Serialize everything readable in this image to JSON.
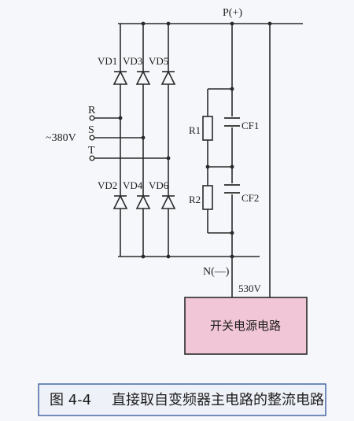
{
  "labels": {
    "p_plus": "P(+)",
    "n_minus": "N(—)",
    "vd1": "VD1",
    "vd3": "VD3",
    "vd5": "VD5",
    "vd2": "VD2",
    "vd4": "VD4",
    "vd6": "VD6",
    "r1": "R1",
    "r2": "R2",
    "cf1": "CF1",
    "cf2": "CF2",
    "phase_r": "R",
    "phase_s": "S",
    "phase_t": "T",
    "ac_input": "~380V",
    "dc_voltage": "530V",
    "switch_box": "开关电源电路"
  },
  "caption": {
    "figure_no": "图 4-4",
    "title": "直接取自变频器主电路的整流电路"
  },
  "colors": {
    "line": "#2a2a2a",
    "box_fill": "#f1c6d6",
    "caption_border": "#3b5fa0",
    "caption_fill": "#eef1f7"
  }
}
